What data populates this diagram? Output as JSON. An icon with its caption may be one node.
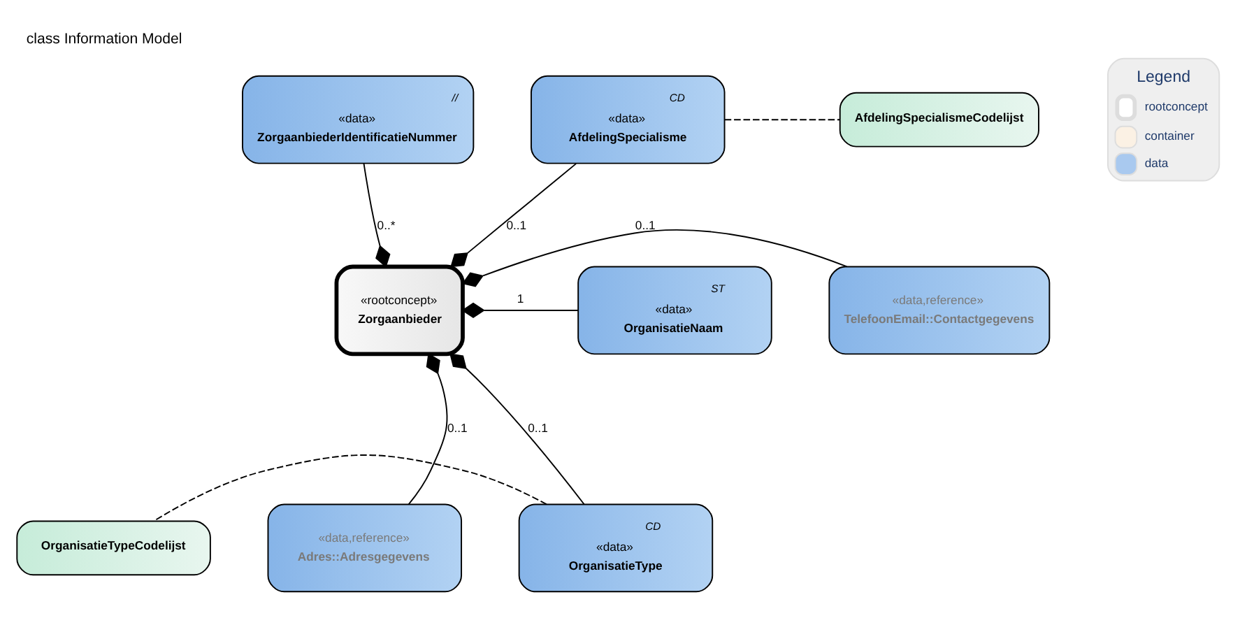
{
  "diagram": {
    "title": "class Information Model",
    "nodes": [
      {
        "text": [
          "«rootconcept»",
          "Zorgaanbieder"
        ]
      },
      {
        "text": [
          "//",
          "«data»",
          "ZorgaanbiederIdentificatieNummer"
        ]
      },
      {
        "text": [
          "CD",
          "«data»",
          "AfdelingSpecialisme"
        ]
      },
      {
        "text": [
          "AfdelingSpecialismeCodelijst"
        ]
      },
      {
        "text": [
          "ST",
          "«data»",
          "OrganisatieNaam"
        ]
      },
      {
        "text": [
          "«data,reference»",
          "TelefoonEmail::Contactgegevens"
        ]
      },
      {
        "text": [
          "«data,reference»",
          "Adres::Adresgegevens"
        ]
      },
      {
        "text": [
          "CD",
          "«data»",
          "OrganisatieType"
        ]
      },
      {
        "text": [
          "OrganisatieTypeCodelijst"
        ]
      }
    ],
    "edges": [
      {
        "from": 1,
        "to": 0,
        "arrow": "other",
        "label": "0..*"
      },
      {
        "from": 2,
        "to": 0,
        "arrow": "other",
        "label": "0..1"
      },
      {
        "from": 2,
        "to": 3,
        "arrow": "none",
        "style": "dashed"
      },
      {
        "from": 4,
        "to": 0,
        "arrow": "other",
        "label": "1"
      },
      {
        "from": 5,
        "to": 0,
        "arrow": "other",
        "label": "0..1"
      },
      {
        "from": 6,
        "to": 0,
        "arrow": "other",
        "label": "0..1"
      },
      {
        "from": 7,
        "to": 0,
        "arrow": "other",
        "label": "0..1"
      },
      {
        "from": 7,
        "to": 8,
        "arrow": "none",
        "style": "dashed"
      }
    ],
    "labels": [
      "Legend"
    ],
    "legend": [
      {
        "text": "rootconcept",
        "color": "#ffffff"
      },
      {
        "text": "container",
        "color": "#fbf1e4"
      },
      {
        "text": "data",
        "color": "#a9c9ef"
      }
    ]
  }
}
